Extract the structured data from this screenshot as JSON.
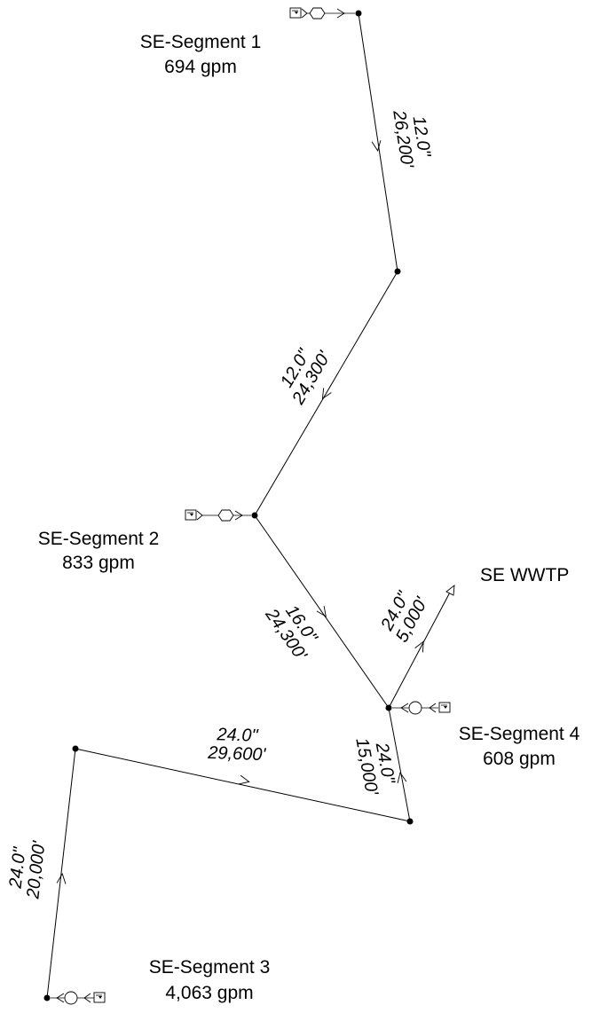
{
  "stations": [
    {
      "id": "seg1",
      "name": "SE-Segment 1",
      "flow": "694 gpm"
    },
    {
      "id": "seg2",
      "name": "SE-Segment 2",
      "flow": "833 gpm"
    },
    {
      "id": "seg3",
      "name": "SE-Segment 3",
      "flow": "4,063 gpm"
    },
    {
      "id": "seg4",
      "name": "SE-Segment 4",
      "flow": "608 gpm"
    }
  ],
  "outfall": {
    "name": "SE WWTP"
  },
  "pipes": [
    {
      "id": "p1",
      "diameter": "12.0\"",
      "length": "26,200'"
    },
    {
      "id": "p2",
      "diameter": "12.0\"",
      "length": "24,300'"
    },
    {
      "id": "p3",
      "diameter": "16.0\"",
      "length": "24,300'"
    },
    {
      "id": "p4",
      "diameter": "24.0\"",
      "length": "5,000'"
    },
    {
      "id": "p5",
      "diameter": "24.0\"",
      "length": "15,000'"
    },
    {
      "id": "p6",
      "diameter": "24.0\"",
      "length": "29,600'"
    },
    {
      "id": "p7",
      "diameter": "24.0\"",
      "length": "20,000'"
    }
  ]
}
